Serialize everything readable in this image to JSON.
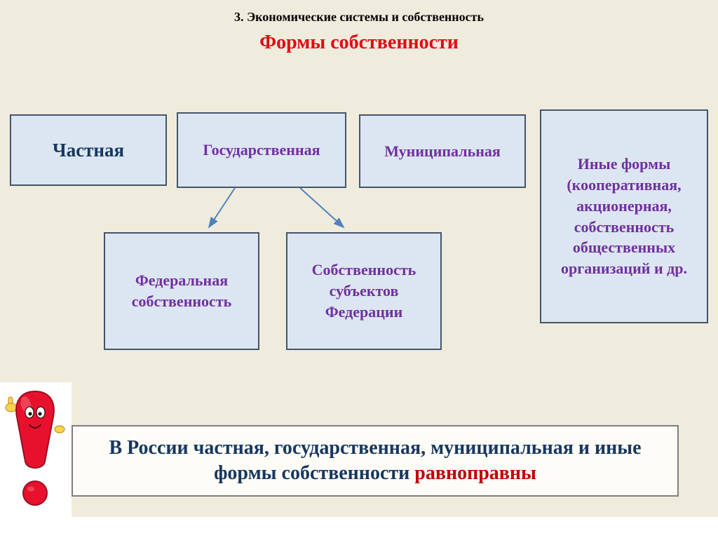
{
  "slide": {
    "title": "3. Экономические системы и собственность",
    "subtitle": "Формы собственности",
    "boxes": {
      "private": "Частная",
      "state": "Государственная",
      "municipal": "Муниципальная",
      "other": "Иные формы (кооперативная, акционерная, собственность общественных организаций и др.",
      "federal": "Федеральная собственность",
      "subjects": "Собственность субъектов Федерации"
    },
    "note": {
      "text_main": "В России частная, государственная, муниципальная и иные формы собственности ",
      "text_highlight": "равноправны"
    },
    "colors": {
      "background": "#f0ecdd",
      "box_fill": "#dce6f2",
      "box_border": "#44546a",
      "purple_text": "#7030a0",
      "navy_text": "#17375e",
      "red_title": "#e30613",
      "red_highlight": "#c00000",
      "arrow": "#4f81bd"
    }
  }
}
